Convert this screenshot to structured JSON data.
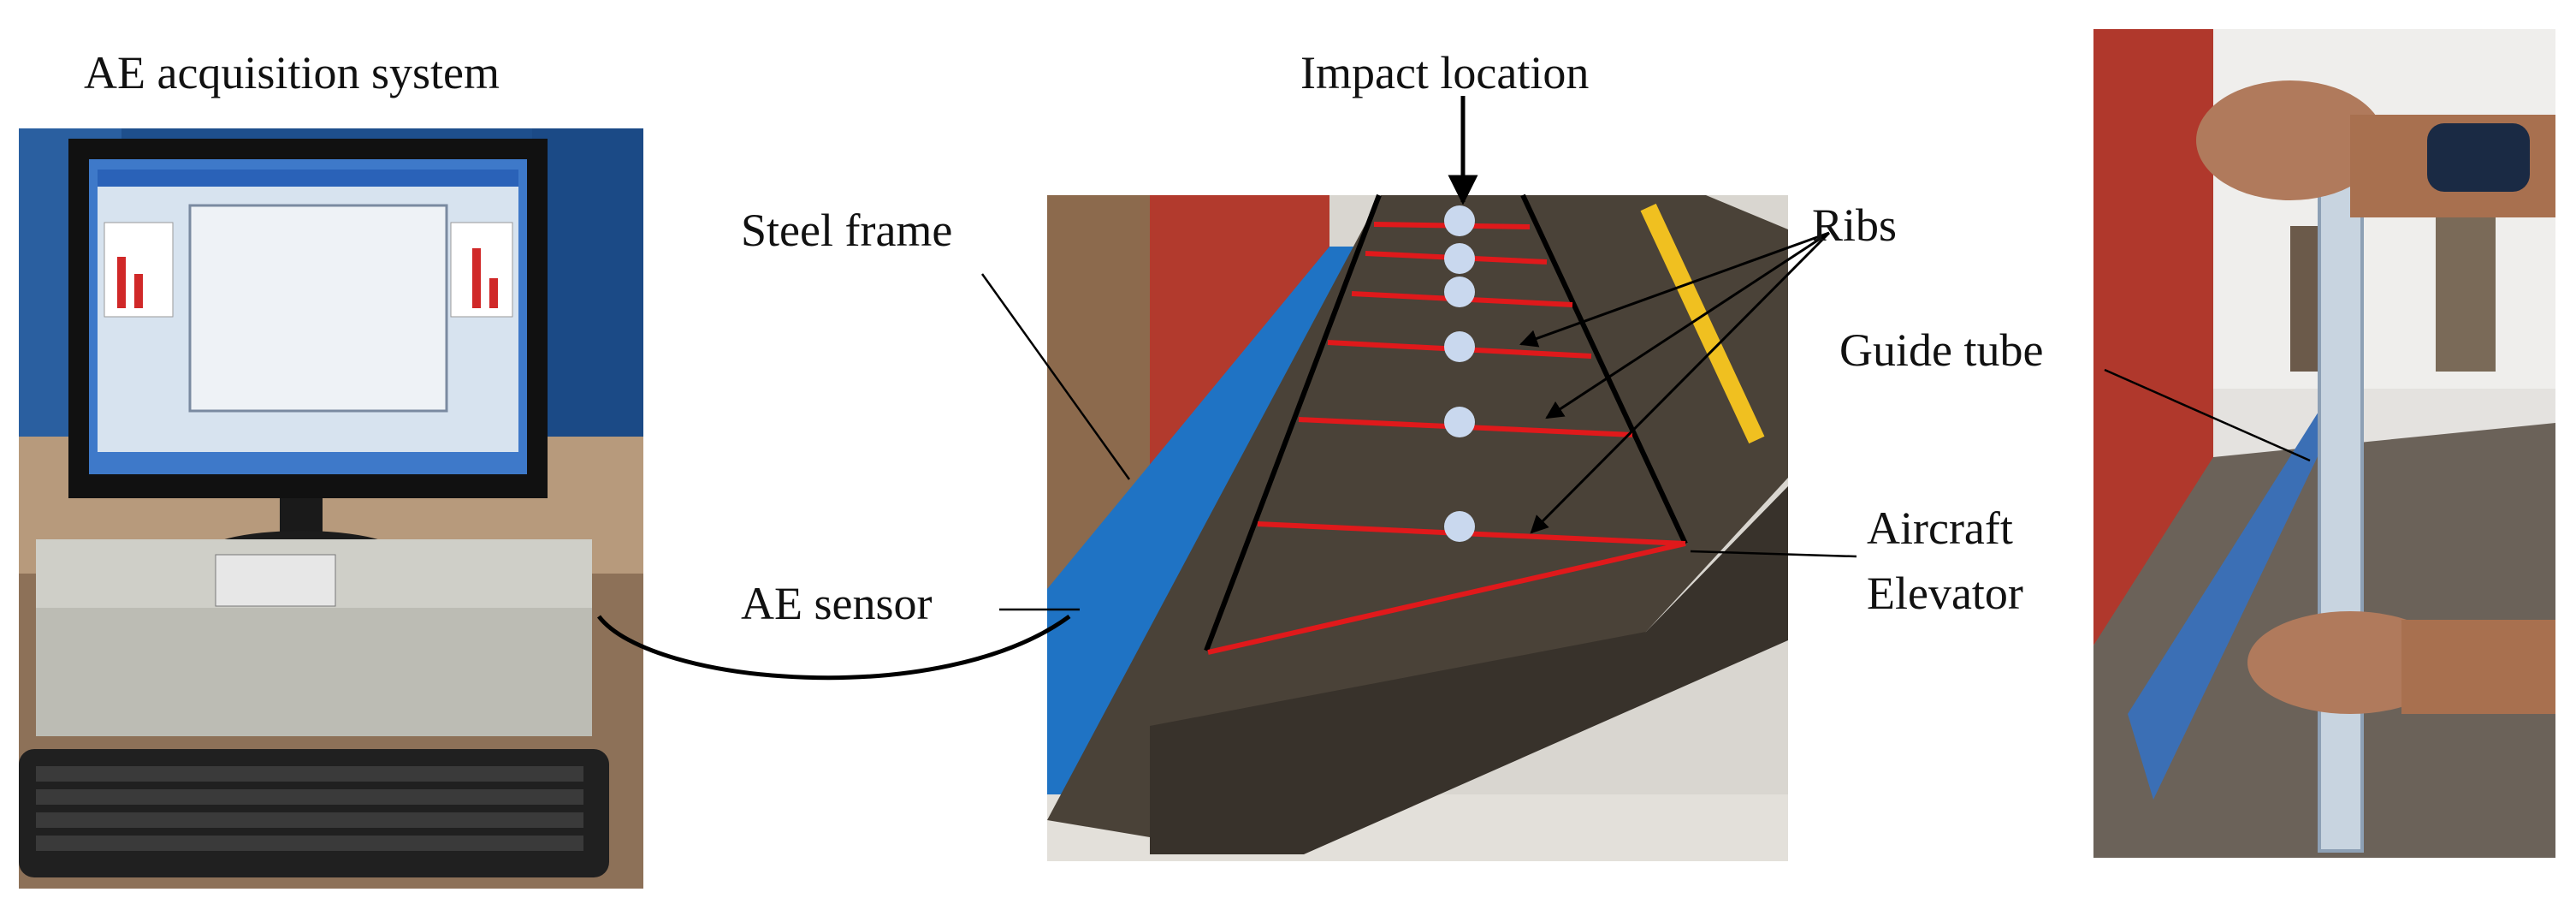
{
  "labels": {
    "acquisition": "AE acquisition system",
    "impact": "Impact location",
    "steel_frame": "Steel frame",
    "ribs": "Ribs",
    "guide_tube": "Guide tube",
    "sensor": "AE sensor",
    "aircraft": "Aircraft",
    "elevator": "Elevator"
  },
  "photos": [
    "acquisition-system-photo",
    "elevator-photo",
    "guide-tube-photo"
  ],
  "colors": {
    "rib": "#e0191b",
    "impact_dot": "#c9d8ee",
    "frame": "#1f73c4",
    "composite": "#4a4238"
  }
}
